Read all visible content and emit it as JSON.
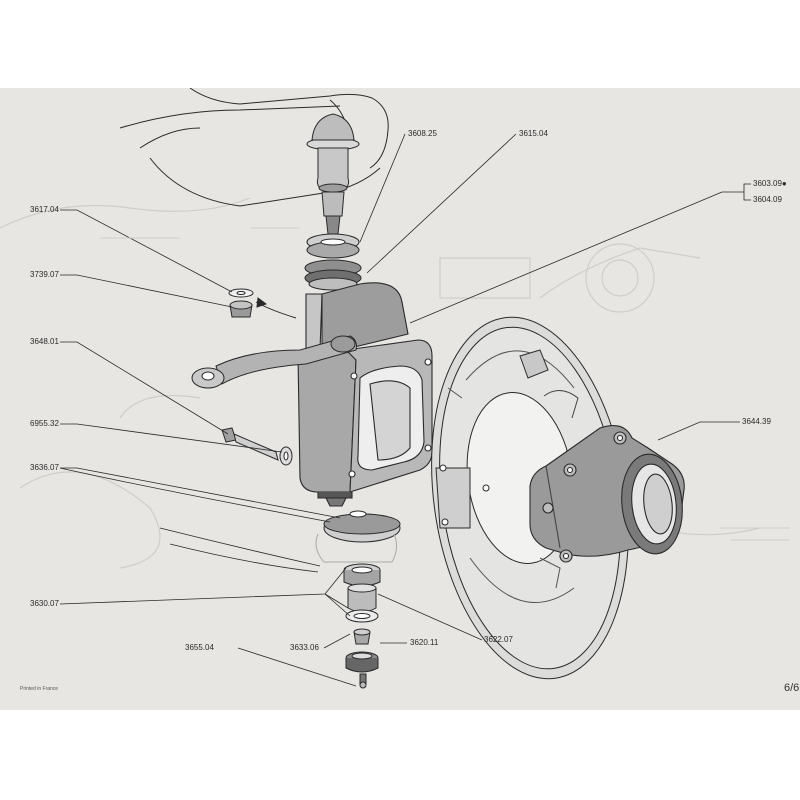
{
  "parts": [
    {
      "id": "p360825",
      "label": "3608.25"
    },
    {
      "id": "p361504",
      "label": "3615.04"
    },
    {
      "id": "p360309",
      "label": "3603.09"
    },
    {
      "id": "p360409",
      "label": "3604.09"
    },
    {
      "id": "p361704",
      "label": "3617.04"
    },
    {
      "id": "p373907",
      "label": "3739.07"
    },
    {
      "id": "p364801",
      "label": "3648.01"
    },
    {
      "id": "p695532",
      "label": "6955.32"
    },
    {
      "id": "p363607",
      "label": "3636.07"
    },
    {
      "id": "p364439",
      "label": "3644.39"
    },
    {
      "id": "p363007",
      "label": "3630.07"
    },
    {
      "id": "p365504",
      "label": "3655.04"
    },
    {
      "id": "p363306",
      "label": "3633.06"
    },
    {
      "id": "p362011",
      "label": "3620.11"
    },
    {
      "id": "p362207",
      "label": "3622.07"
    }
  ],
  "footer": {
    "printed": "Printed in France",
    "page_number": "6/6"
  },
  "colors": {
    "paper": "#e7e6e3",
    "ink": "#2a2a2a"
  }
}
